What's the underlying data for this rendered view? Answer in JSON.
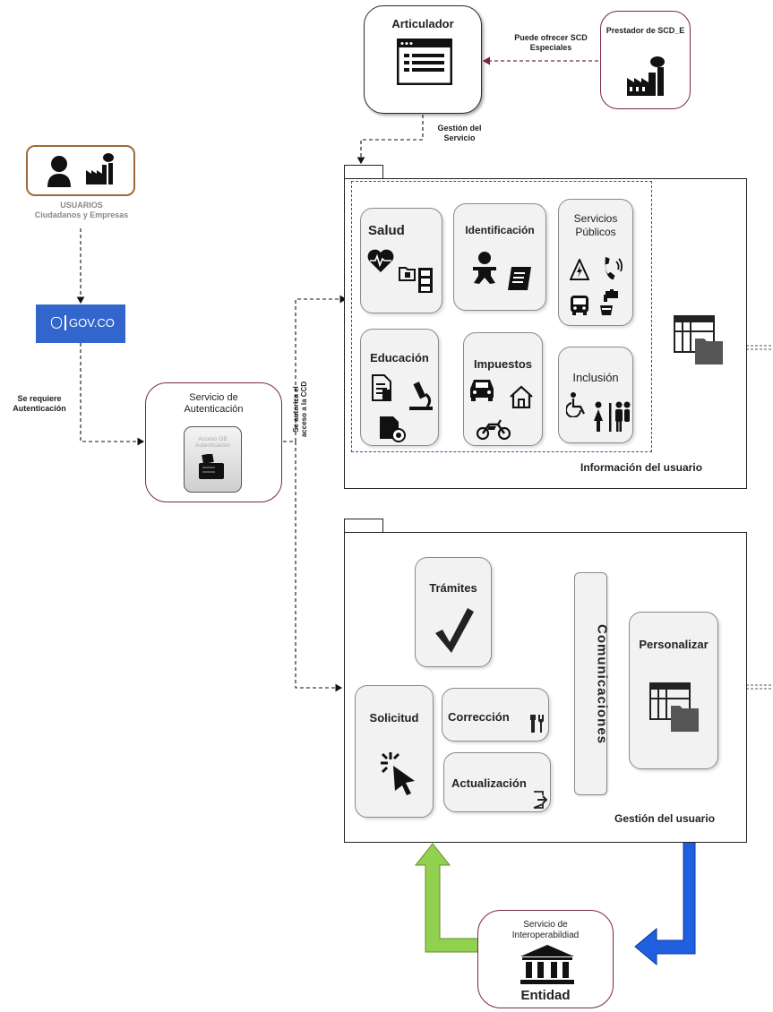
{
  "articulador": {
    "title": "Articulador",
    "icon": "browser-window-icon"
  },
  "prestador": {
    "title": "Prestador de SCD_E",
    "icon": "factory-icon"
  },
  "labels": {
    "puede_ofrecer": "Puede ofrecer SCD Especiales",
    "gestion_servicio": "Gestión del Servicio",
    "se_requiere": "Se requiere Autenticación",
    "se_autoriza": "Se autoriza el acceso a la CCD"
  },
  "usuarios": {
    "title": "USUARIOS",
    "subtitle": "Ciudadanos y Empresas",
    "icons": [
      "person-icon",
      "factory-icon"
    ]
  },
  "govco": {
    "label": "GOV.CO",
    "color": "#3366cc"
  },
  "autenticacion": {
    "title": "Servicio de Autenticación",
    "inner_text": "Acceso GB Autenticación",
    "icon": "fax-machine-icon"
  },
  "info_package": {
    "title": "Información del usuario",
    "cards": [
      {
        "title": "Salud",
        "icons": [
          "heart-pulse-icon",
          "folder-cabinet-icon"
        ]
      },
      {
        "title": "Identificación",
        "icons": [
          "baby-icon",
          "scroll-icon"
        ]
      },
      {
        "title": "Servicios Públicos",
        "icons": [
          "electricity-icon",
          "phone-icon",
          "bus-icon",
          "faucet-icon"
        ]
      },
      {
        "title": "Educación",
        "icons": [
          "document-icon",
          "microscope-icon",
          "certificate-icon"
        ]
      },
      {
        "title": "Impuestos",
        "icons": [
          "car-icon",
          "house-icon",
          "motorcycle-icon"
        ]
      },
      {
        "title": "Inclusión",
        "icons": [
          "wheelchair-icon",
          "restroom-icon"
        ]
      }
    ]
  },
  "gestion_package": {
    "title": "Gestión del usuario",
    "cards": {
      "tramites": {
        "title": "Trámites",
        "icon": "checkmark-icon"
      },
      "solicitud": {
        "title": "Solicitud",
        "icon": "cursor-click-icon"
      },
      "correccion": {
        "title": "Corrección",
        "icon": "tools-icon"
      },
      "actualizacion": {
        "title": "Actualización",
        "icon": "export-icon"
      },
      "comunicaciones": {
        "title": "Comunicaciones"
      },
      "personalizar": {
        "title": "Personalizar",
        "icon": "window-panels-icon"
      }
    }
  },
  "interop": {
    "title": "Servicio de Interoperabildiad",
    "entity": "Entidad",
    "icon": "bank-building-icon"
  },
  "colors": {
    "maroon": "#7a2a3a",
    "brown": "#a0693a",
    "green_arrow": "#92d050",
    "blue_arrow": "#1f5fe0"
  }
}
